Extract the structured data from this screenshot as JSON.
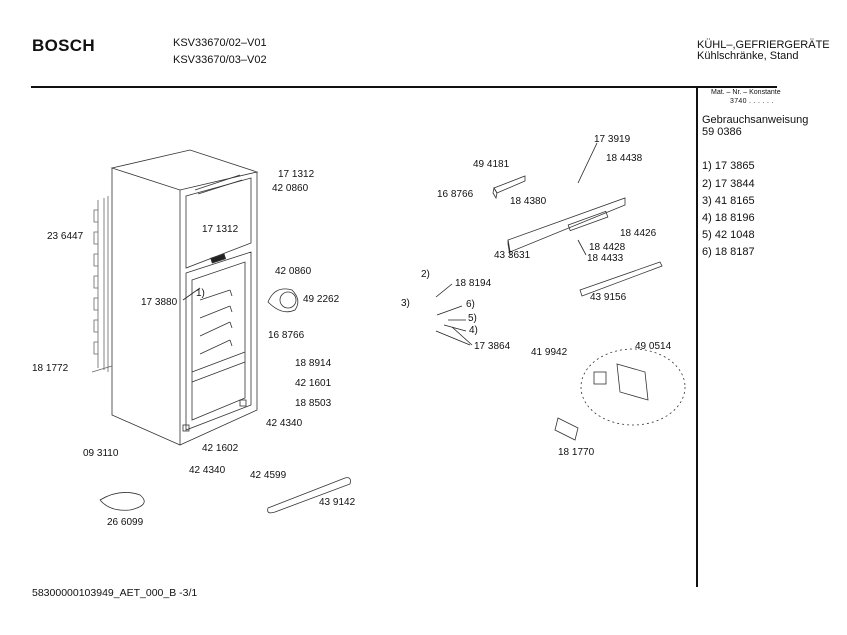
{
  "header": {
    "brand": "BOSCH",
    "models": [
      "KSV33670/02–V01",
      "KSV33670/03–V02"
    ],
    "category": [
      "KÜHL–,GEFRIERGERÄTE",
      "Kühlschränke, Stand"
    ]
  },
  "sidebar": {
    "mat_label": "Mat. – Nr. – Konstante",
    "mat_value": "3740 .  .  .  .  .  .",
    "manual_label": "Gebrauchsanweisung",
    "manual_number": "59 0386",
    "footnotes": [
      "1) 17 3865",
      "2) 17 3844",
      "3) 41 8165",
      "4) 18 8196",
      "5) 42 1048",
      "6) 18 8187"
    ]
  },
  "parts": {
    "p171312a": "17 1312",
    "p420860a": "42 0860",
    "p171312b": "17 1312",
    "p236447": "23 6447",
    "p420860b": "42 0860",
    "p492262": "49 2262",
    "p173880": "17 3880",
    "ref1": "1)",
    "p168766a": "16 8766",
    "p188914": "18 8914",
    "p421601": "42 1601",
    "p188503": "18 8503",
    "p181772": "18 1772",
    "p424340a": "42 4340",
    "p093110": "09 3110",
    "p421602": "42 1602",
    "p424340b": "42 4340",
    "p424599": "42 4599",
    "p439142": "43 9142",
    "p266099": "26 6099",
    "p173919": "17 3919",
    "p494181": "49 4181",
    "p184438": "18 4438",
    "p168766b": "16 8766",
    "p184380": "18 4380",
    "p184426": "18 4426",
    "p433631": "43 3631",
    "p184428": "18 4428",
    "p184433": "18 4433",
    "p439156": "43 9156",
    "ref2": "2)",
    "p188194": "18 8194",
    "ref3": "3)",
    "ref6": "6)",
    "ref5": "5)",
    "ref4": "4)",
    "p173864": "17 3864",
    "p419942": "41 9942",
    "p490514": "49 0514",
    "p181770": "18 1770"
  },
  "footer": {
    "doc_id": "58300000103949_AET_000_B   -3/1"
  }
}
